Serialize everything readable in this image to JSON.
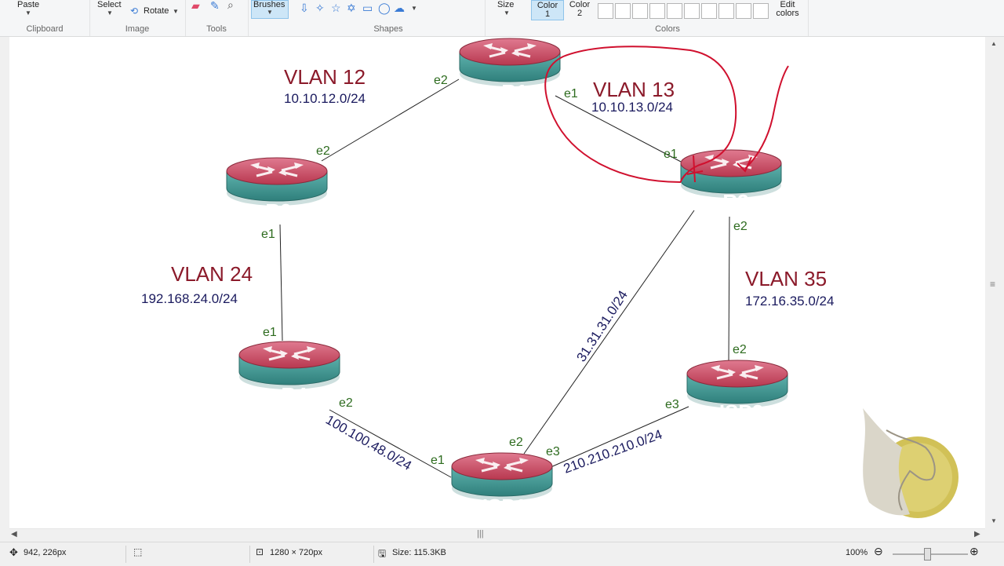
{
  "ribbon": {
    "clipboard": {
      "paste": "Paste",
      "label": "Clipboard"
    },
    "image": {
      "select": "Select",
      "rotate": "Rotate",
      "label": "Image"
    },
    "tools": {
      "label": "Tools"
    },
    "brushes": {
      "label": "Brushes"
    },
    "shapes": {
      "label": "Shapes"
    },
    "size": {
      "label": "Size"
    },
    "colors": {
      "color1_line1": "Color",
      "color1_line2": "1",
      "color2_line1": "Color",
      "color2_line2": "2",
      "edit_line1": "Edit",
      "edit_line2": "colors",
      "label": "Colors"
    }
  },
  "diagram": {
    "vlans": {
      "v12": {
        "name": "VLAN 12",
        "subnet": "10.10.12.0/24"
      },
      "v13": {
        "name": "VLAN 13",
        "subnet": "10.10.13.0/24"
      },
      "v24": {
        "name": "VLAN 24",
        "subnet": "192.168.24.0/24"
      },
      "v35": {
        "name": "VLAN 35",
        "subnet": "172.16.35.0/24"
      }
    },
    "links": {
      "r3_isp1": "31.31.31.0/24",
      "r4_isp1": "100.100.48.0/24",
      "isp1_isp2": "210.210.210.0/24"
    },
    "routers": {
      "r1": "R1",
      "r2": "R2",
      "r3": "R3",
      "r4": "R4",
      "isp1": "ISP1",
      "isp2": "ISP2"
    },
    "ports": {
      "r1_e2": "e2",
      "r1_e1": "e1",
      "r2_e2": "e2",
      "r2_e1": "e1",
      "r3_e1": "e1",
      "r3_e2": "e2",
      "r4_e1": "e1",
      "r4_e2": "e2",
      "isp1_e1": "e1",
      "isp1_e2": "e2",
      "isp1_e3": "e3",
      "isp2_e2": "e2",
      "isp2_e3": "e3"
    }
  },
  "status": {
    "cursor": "942, 226px",
    "dimensions": "1280 × 720px",
    "size": "Size: 115.3KB",
    "zoom": "100%"
  },
  "colors": {
    "vlan_name": "#8b1a2a",
    "subnet": "#1a1a5e",
    "port": "#2d6b1e",
    "annotation": "#d0102e"
  }
}
